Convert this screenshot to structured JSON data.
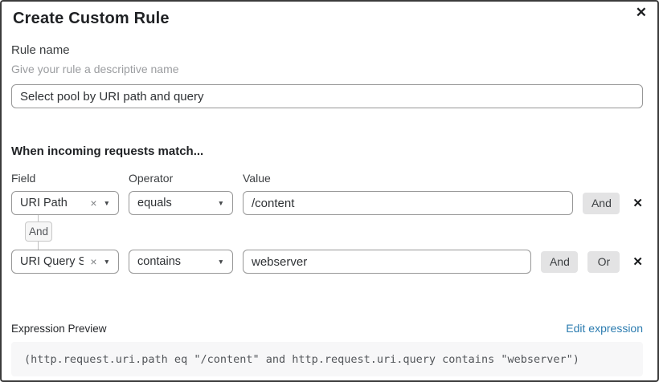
{
  "dialog": {
    "title": "Create Custom Rule"
  },
  "icons": {
    "close": "✕",
    "clear": "×",
    "chevron_down": "▼",
    "remove": "✕"
  },
  "rule_name": {
    "label": "Rule name",
    "helper": "Give your rule a descriptive name",
    "value": "Select pool by URI path and query"
  },
  "match": {
    "heading": "When incoming requests match...",
    "columns": {
      "field": "Field",
      "operator": "Operator",
      "value": "Value"
    },
    "connector_label": "And",
    "rows": [
      {
        "field": "URI Path",
        "operator": "equals",
        "value": "/content",
        "buttons": [
          "And"
        ]
      },
      {
        "field": "URI Query St...",
        "operator": "contains",
        "value": "webserver",
        "buttons": [
          "And",
          "Or"
        ]
      }
    ]
  },
  "expression": {
    "label": "Expression Preview",
    "edit_link": "Edit expression",
    "code": "(http.request.uri.path eq \"/content\" and http.request.uri.query contains \"webserver\")"
  },
  "colors": {
    "dialog_border": "#3b3b3b",
    "input_border": "#979797",
    "button_bg": "#e3e3e4",
    "badge_bg": "#f6f6f6",
    "code_bg": "#f7f7f8",
    "link_blue": "#2c7cb0",
    "helper_gray": "#9b9da0"
  }
}
